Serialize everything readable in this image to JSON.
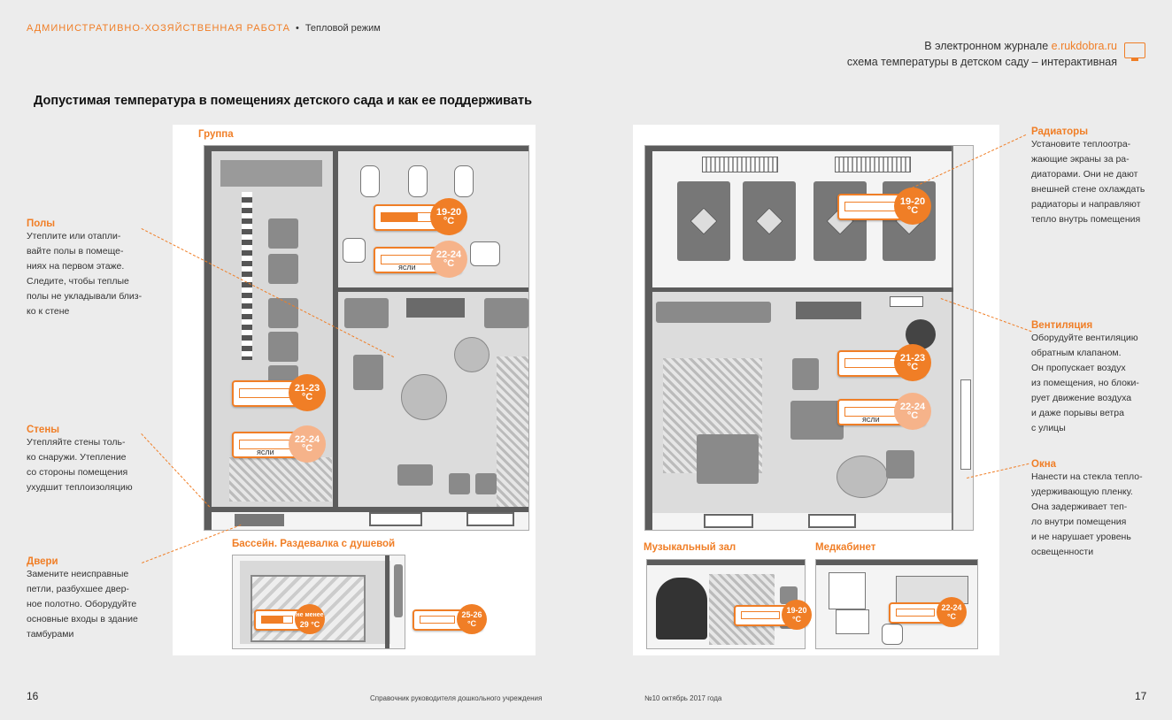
{
  "header": {
    "rubric": "АДМИНИСТРАТИВНО-ХОЗЯЙСТВЕННАЯ РАБОТА",
    "rubric_separator": "•",
    "rubric_sub": "Тепловой режим",
    "ejournal_line1_prefix": "В электронном журнале ",
    "ejournal_link": "e.rukdobra.ru",
    "ejournal_line2": "схема температуры в детском саду – интерактивная",
    "screen_icon": "monitor-cursor-icon"
  },
  "title": "Допустимая температура в помещениях детского сада и как ее поддерживать",
  "rooms": {
    "group": "Группа",
    "pool": "Бассейн. Раздевалка с душевой",
    "music": "Музыкальный зал",
    "medical": "Медкабинет"
  },
  "left_notes": [
    {
      "title": "Полы",
      "text": "Утеплите или отапли-\nвайте полы в помеще-\nниях на первом этаже.\nСледите, чтобы теплые\nполы не укладывали близ-\nко к стене"
    },
    {
      "title": "Стены",
      "text": "Утепляйте стены толь-\nко снаружи. Утепление\nсо стороны помещения\nухудшит теплоизоляцию"
    },
    {
      "title": "Двери",
      "text": "Замените неисправные\nпетли, разбухшее двер-\nное полотно. Оборудуйте\nосновные входы в здание\nтамбурами"
    }
  ],
  "right_notes": [
    {
      "title": "Радиаторы",
      "text": "Установите теплоотра-\nжающие экраны за ра-\nдиаторами. Они не дают\nвнешней стене охлаждать\nрадиаторы и направляют\nтепло внутрь помещения"
    },
    {
      "title": "Вентиляция",
      "text": "Оборудуйте вентиляцию\nобратным клапаном.\nОн пропускает воздух\nиз помещения, но блоки-\nрует движение воздуха\nи даже порывы ветра\nс улицы"
    },
    {
      "title": "Окна",
      "text": "Нанести на стекла тепло-\nудерживающую пленку.\nОна задерживает теп-\nло внутри помещения\nи не нарушает уровень\nосвещенности"
    }
  ],
  "thermometers": {
    "toilet": {
      "value": "19-20 °C",
      "fill": 0.7
    },
    "toilet_nursery": {
      "value": "22-24 °C",
      "tag": "ясли",
      "fill": 0.0
    },
    "locker": {
      "value": "21-23 °C",
      "fill": 0.0
    },
    "locker_nursery": {
      "value": "22-24 °C",
      "tag": "ясли",
      "fill": 0.0
    },
    "bedroom": {
      "value": "19-20 °C",
      "fill": 0.0
    },
    "playroom": {
      "value": "21-23 °C",
      "fill": 0.0
    },
    "playroom_nursery": {
      "value": "22-24 °C",
      "tag": "ясли",
      "fill": 0.0
    },
    "pool": {
      "value_line1": "не менее",
      "value_line2": "29 °C",
      "fill": 0.7
    },
    "shower": {
      "value": "25-26 °C",
      "fill": 0.0
    },
    "music": {
      "value": "19-20 °C",
      "fill": 0.0
    },
    "medical": {
      "value": "22-24 °C",
      "fill": 0.0
    }
  },
  "footer": {
    "page_left": "16",
    "page_right": "17",
    "left_text": "Справочник руководителя дошкольного учреждения",
    "right_text": "№10 октябрь 2017 года"
  },
  "colors": {
    "accent": "#f07e26",
    "accent_light": "#f6b38a"
  }
}
